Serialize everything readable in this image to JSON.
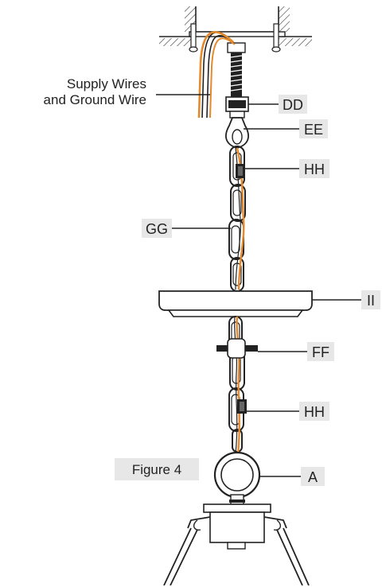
{
  "figure_label": "Figure 4",
  "supply_label_line1": "Supply Wires",
  "supply_label_line2": "and Ground Wire",
  "parts": {
    "dd": "DD",
    "ee": "EE",
    "hh_upper": "HH",
    "gg": "GG",
    "ii": "II",
    "ff": "FF",
    "hh_lower": "HH",
    "a": "A"
  },
  "colors": {
    "line": "#222222",
    "wire_orange": "#e58a2c",
    "label_bg": "#e7e7e7"
  }
}
